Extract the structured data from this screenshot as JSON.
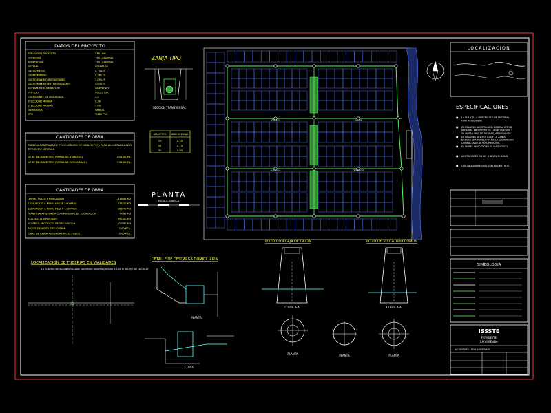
{
  "datos": {
    "title": "DATOS  DEL  PROYECTO",
    "rows": [
      [
        "POBLACION PROYECTO",
        "536 HAB."
      ],
      [
        "DOTACION",
        "150 L/HAB/DIA"
      ],
      [
        "APORTACION",
        "120 L/HAB/DIA"
      ],
      [
        "SISTEMA",
        "SEPARADO"
      ],
      [
        "GASTO MEDIO",
        "0.75 L/S"
      ],
      [
        "GASTO MINIMO",
        "0.38 L/S"
      ],
      [
        "GASTO MAXIMO INSTANTANEO",
        "3.09 L/S"
      ],
      [
        "GASTO MAXIMO EXTRAORDINARIO",
        "4.63 L/S"
      ],
      [
        "SISTEMA DE ELIMINACION",
        "GRAVEDAD"
      ],
      [
        "VERTIDO",
        "COLECTOR"
      ],
      [
        "COEFICIENTE DE SEGURIDAD",
        "1.5"
      ],
      [
        "VELOCIDAD MINIMA",
        "0.30"
      ],
      [
        "VELOCIDAD MAXIMA",
        "3.00"
      ],
      [
        "ELEMENTOS",
        "VARIOS"
      ],
      [
        "TIPO",
        "TUBO PVC"
      ]
    ]
  },
  "cantidades1": {
    "title": "CANTIDADES  DE  OBRA",
    "lines": [
      "TUBERIA SANITARIA DE POLICLORURO DE VINILO (PVC) PARA ALCANTARILLADO",
      "TIPO SERIE METRICA"
    ],
    "rows": [
      [
        "DE 8\" DE DIAMETRO (PARA LAS ATARJEAS)",
        "651.00 ML"
      ],
      [
        "DE 6\" DE DIAMETRO (PARA LAS DESCARGAS)",
        "236.00 ML"
      ]
    ]
  },
  "cantidades2": {
    "title": "CANTIDADES  DE  OBRA",
    "rows": [
      [
        "LIMPIA, TRAZO Y NIVELACION",
        "1,314.45 M2"
      ],
      [
        "EXCAVACION A MANO HASTA 2.00 PROF.",
        "1,035.20 M3"
      ],
      [
        "EXCAVACION A MANO DE 2 A 4.00 PROF.",
        "188.40 M3"
      ],
      [
        "PLANTILLA APISONADA CON MATERIAL DE EXCAVACION",
        "74.69 M3"
      ],
      [
        "RELLENO COMPACTADO",
        "952.00 M3"
      ],
      [
        "ACARREO PRODUCTO DE EXCAVACION",
        "1,223.60 M3"
      ],
      [
        "POZOS DE VISITA TIPO COMUN",
        "13.00 PZA."
      ],
      [
        "CAJAS DE CAIDA ADOSADAS A LOS POZOS",
        "2.00 PZA."
      ]
    ]
  },
  "zanja": {
    "title": "ZANJA TIPO",
    "caption": "SECCION TRANSVERSAL"
  },
  "tabla_anchos": {
    "headers": [
      "DIAMETRO",
      "ANCHO ZANJA"
    ],
    "rows": [
      [
        "20",
        "0.70"
      ],
      [
        "25",
        "0.75"
      ],
      [
        "30",
        "0.85"
      ]
    ]
  },
  "planta": {
    "title": "PLANTA",
    "scale": "ESCALA GRAFICA"
  },
  "localizacion_tuberias": {
    "title": "LOCALIZACION DE TUBERIAS EN VIALIDADES",
    "note": "LA TUBERIA DE ALCANTARILLADO SANITARIO DEBERA QUEDAR A 1.00 M DEL EJE DE LA CALLE"
  },
  "detalle_descarga": {
    "title": "DETALLE DE DESCARGA DOMICILIARIA",
    "label_planta": "PLANTA",
    "label_corte": "CORTE"
  },
  "pozo_caja": {
    "title": "POZO CON CAJA DE CAIDA",
    "label_corte": "CORTE A-A",
    "label_planta": "PLANTA"
  },
  "pozo_visita": {
    "title": "POZO DE VISITA TIPO COMUN",
    "label_corte": "CORTE A-A",
    "label_planta": "PLANTA"
  },
  "localizacion": {
    "title": "LOCALIZACION"
  },
  "especificaciones": {
    "title": "ESPECIFICACIONES",
    "items": [
      "LA PLANTILLA DEBERA SER DE MATERIAL FINO APISONADO.",
      "EL RELLENO ACOSTILLADO DEBERA SER DE MATERIAL PRODUCTO DE LA EXCAVACION Y SE HARA LIBRE DE PIEDRAS, APISONANDO AL 90% PROCTOR.",
      "EL RELLENO DEL RESTO DE LA ZANJA DEBERA SER PRODUCTO DE LA EXCAVACION COMPACTADO AL 90% PROCTOR.",
      "EL NORTE INDICADO ES EL MAGNETICO.",
      "ACOTACIONES EN CM. Y NIVEL M. S.N.M.",
      "LOS CADENAMIENTOS SON KILOMETROS."
    ]
  },
  "streets": [
    "PASEO",
    "CALLE",
    "AVENIDA",
    "CERRADA"
  ],
  "simbologia": {
    "title": "SIMBOLOGIA"
  },
  "title_block": {
    "org": "ISSSTE",
    "sub1": "FOVISSSTE",
    "sub2": "LA VIVIENDA",
    "plano": "ALCANTARILLADO SANITARIO"
  },
  "colors": {
    "border": "#ff3333",
    "frame": "#ffffff",
    "pipe": "#55ff55",
    "text_yellow": "#ffff55",
    "blocks": "#5577ff",
    "park": "#338833"
  }
}
